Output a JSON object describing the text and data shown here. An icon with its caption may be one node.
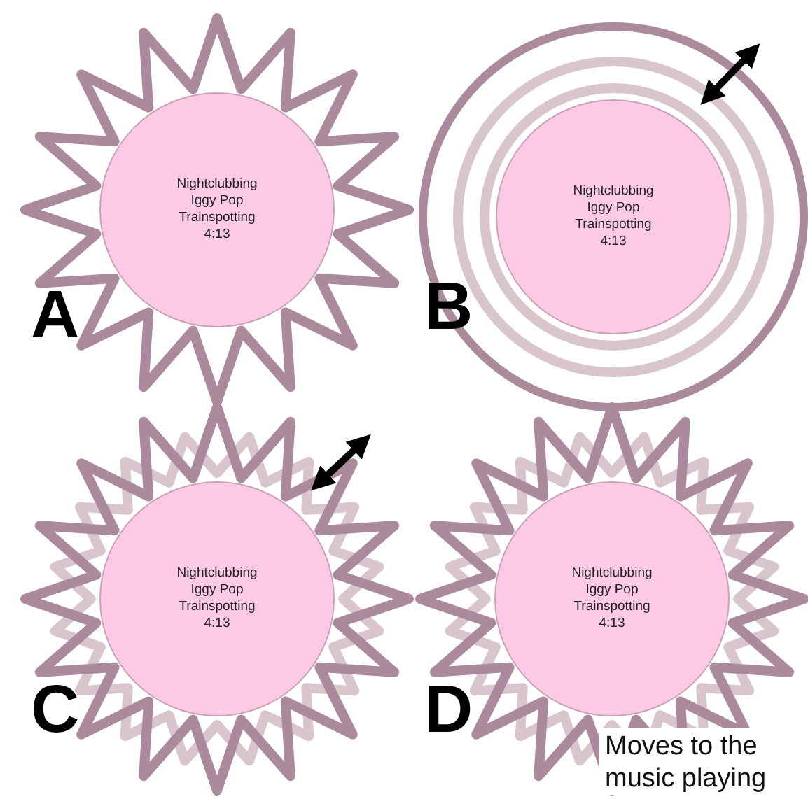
{
  "diagram": {
    "nodes": [
      {
        "text": [
          "Nightclubbing",
          "Iggy Pop",
          "Trainspotting",
          "4:13"
        ]
      },
      {
        "text": [
          "Nightclubbing",
          "Iggy Pop",
          "Trainspotting",
          "4:13"
        ]
      },
      {
        "text": [
          "Nightclubbing",
          "Iggy Pop",
          "Trainspotting",
          "4:13"
        ]
      },
      {
        "text": [
          "Nightclubbing",
          "Iggy Pop",
          "Trainspotting",
          "4:13"
        ]
      }
    ],
    "labels": [
      "A",
      "B",
      "C",
      "D",
      "Moves to the music playing"
    ]
  }
}
